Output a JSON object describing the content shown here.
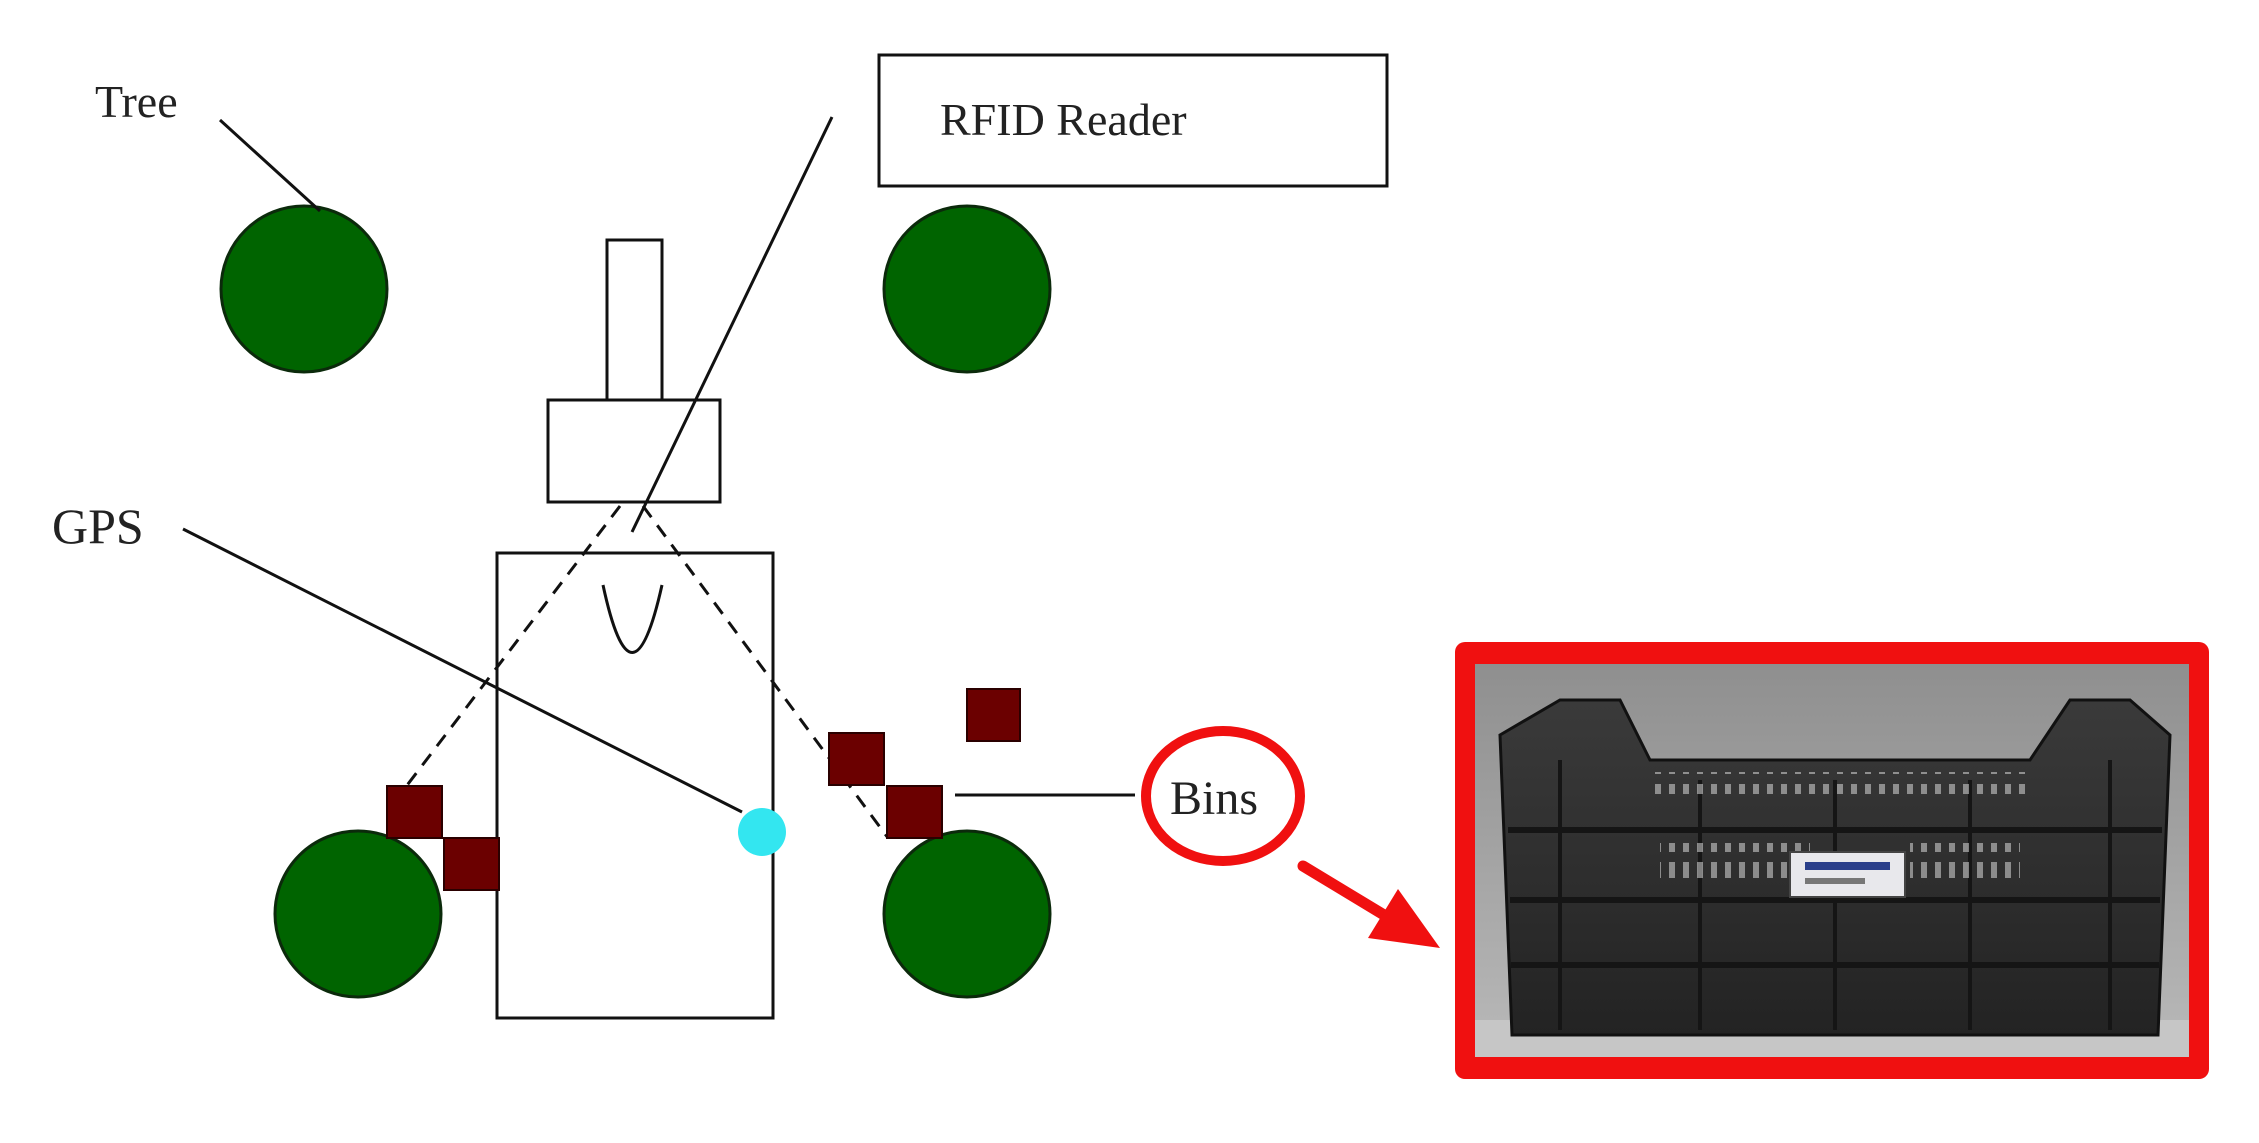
{
  "labels": {
    "tree": "Tree",
    "rfid_reader": "RFID Reader",
    "gps": "GPS",
    "bins": "Bins"
  },
  "colors": {
    "tree_fill": "#006400",
    "bin_fill": "#6b0000",
    "gps_dot": "#33e6f0",
    "highlight_red": "#f01010",
    "line": "#111111"
  },
  "icons": {
    "tree": "green-circle",
    "bin": "dark-red-square",
    "gps": "cyan-dot",
    "photo": "black-plastic-crate"
  }
}
